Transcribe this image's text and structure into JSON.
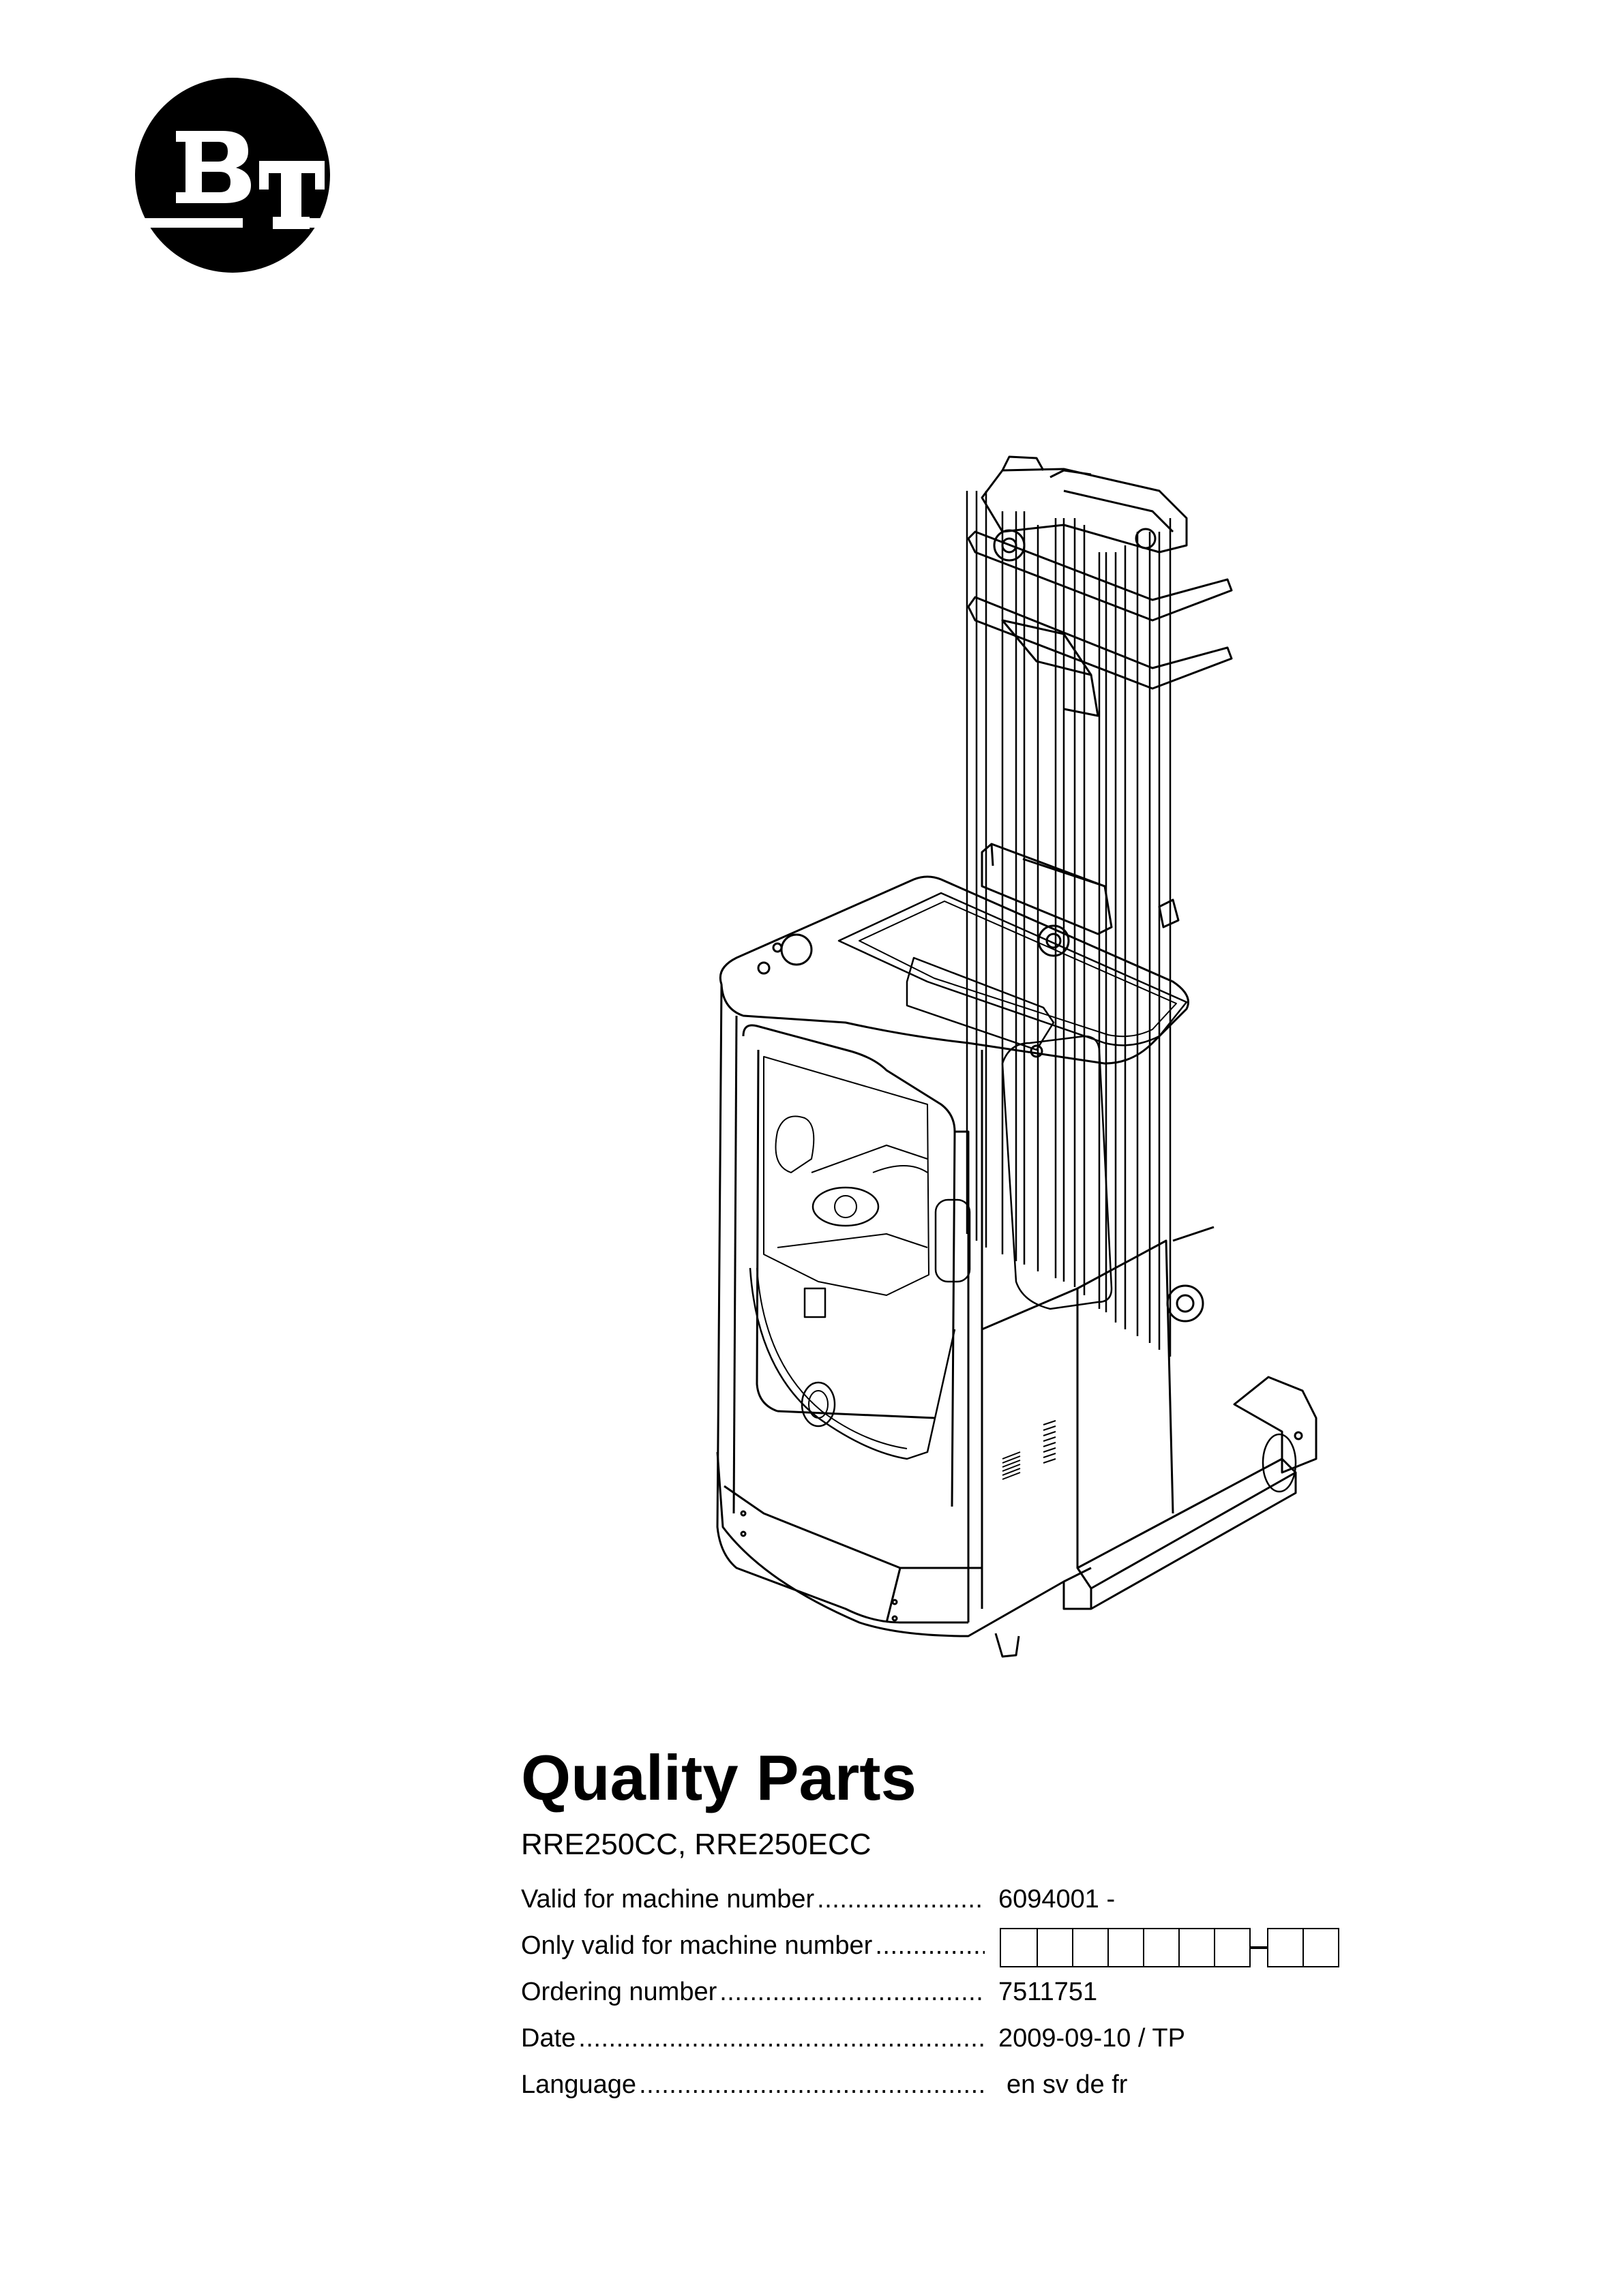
{
  "logo": {
    "text": "BT",
    "icon": "bt-brand-logo",
    "colors": {
      "fill": "#000000",
      "letters": "#ffffff"
    }
  },
  "illustration": {
    "subject": "reach-truck-line-drawing",
    "description": "Isometric line drawing of an electric reach truck with cabin and tall mast"
  },
  "cover": {
    "title": "Quality Parts",
    "models": "RRE250CC, RRE250ECC"
  },
  "info": {
    "rows": [
      {
        "label": "Valid for machine number",
        "value": "6094001 -"
      },
      {
        "label": "Only valid for machine number",
        "value": "",
        "boxes": {
          "first_group": 7,
          "second_group": 2,
          "separator": "-"
        }
      },
      {
        "label": "Ordering number ",
        "value": "7511751"
      },
      {
        "label": "Date ",
        "value": "2009-09-10 / TP"
      },
      {
        "label": "Language",
        "value": "en sv de fr"
      }
    ],
    "leader": "......................................................................................................................"
  }
}
